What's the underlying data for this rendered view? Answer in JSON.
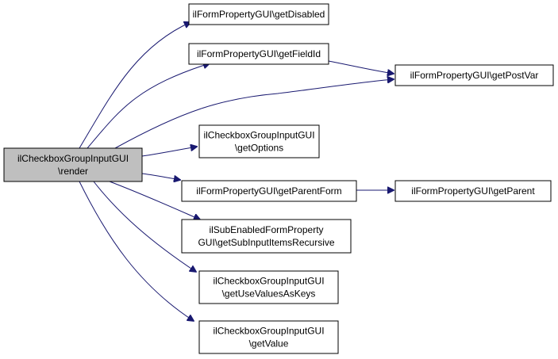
{
  "colors": {
    "edge": "#191970",
    "node_border": "#000000",
    "root_fill": "#bfbfbf",
    "node_fill": "#ffffff"
  },
  "nodes": [
    {
      "id": "render",
      "lines": [
        "ilCheckboxGroupInputGUI",
        "\\render"
      ],
      "root": true
    },
    {
      "id": "getDisabled",
      "lines": [
        "ilFormPropertyGUI\\getDisabled"
      ]
    },
    {
      "id": "getFieldId",
      "lines": [
        "ilFormPropertyGUI\\getFieldId"
      ]
    },
    {
      "id": "getPostVar",
      "lines": [
        "ilFormPropertyGUI\\getPostVar"
      ]
    },
    {
      "id": "getOptions",
      "lines": [
        "ilCheckboxGroupInputGUI",
        "\\getOptions"
      ]
    },
    {
      "id": "getParentForm",
      "lines": [
        "ilFormPropertyGUI\\getParentForm"
      ]
    },
    {
      "id": "getParent",
      "lines": [
        "ilFormPropertyGUI\\getParent"
      ]
    },
    {
      "id": "getSubInputItemsRecursive",
      "lines": [
        "ilSubEnabledFormProperty",
        "GUI\\getSubInputItemsRecursive"
      ]
    },
    {
      "id": "getUseValuesAsKeys",
      "lines": [
        "ilCheckboxGroupInputGUI",
        "\\getUseValuesAsKeys"
      ]
    },
    {
      "id": "getValue",
      "lines": [
        "ilCheckboxGroupInputGUI",
        "\\getValue"
      ]
    }
  ],
  "edges": [
    {
      "from": "render",
      "to": "getDisabled"
    },
    {
      "from": "render",
      "to": "getFieldId"
    },
    {
      "from": "render",
      "to": "getPostVar"
    },
    {
      "from": "getFieldId",
      "to": "getPostVar"
    },
    {
      "from": "render",
      "to": "getOptions"
    },
    {
      "from": "render",
      "to": "getParentForm"
    },
    {
      "from": "getParentForm",
      "to": "getParent"
    },
    {
      "from": "render",
      "to": "getSubInputItemsRecursive"
    },
    {
      "from": "render",
      "to": "getUseValuesAsKeys"
    },
    {
      "from": "render",
      "to": "getValue"
    }
  ]
}
